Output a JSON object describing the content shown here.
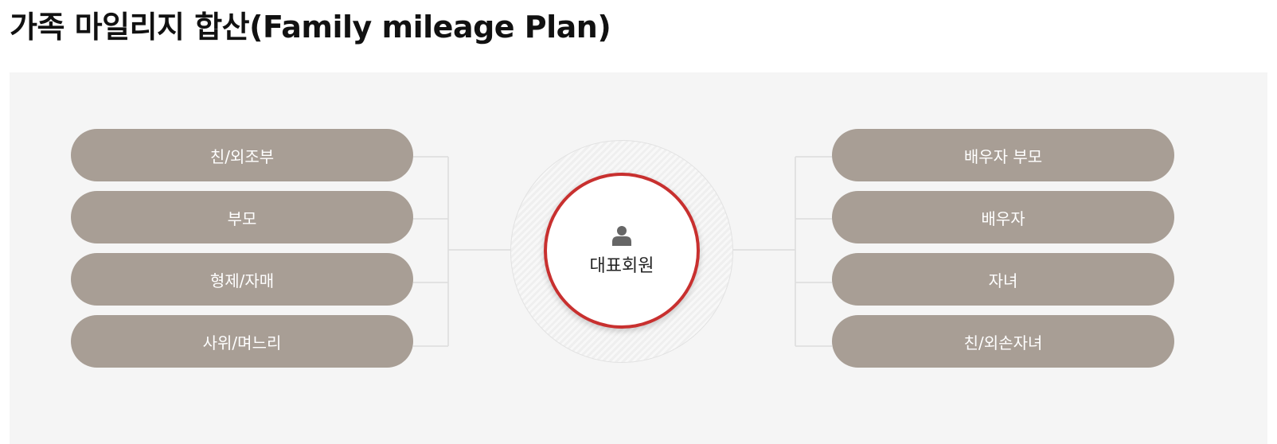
{
  "title": "가족 마일리지 합산(Family mileage Plan)",
  "center": {
    "label": "대표회원",
    "icon": "person-icon"
  },
  "left_items": [
    {
      "label": "친/외조부"
    },
    {
      "label": "부모"
    },
    {
      "label": "형제/자매"
    },
    {
      "label": "사위/며느리"
    }
  ],
  "right_items": [
    {
      "label": "배우자 부모"
    },
    {
      "label": "배우자"
    },
    {
      "label": "자녀"
    },
    {
      "label": "친/외손자녀"
    }
  ],
  "colors": {
    "pill": "#a89e95",
    "accent_ring": "#c8302f",
    "panel_bg": "#f5f5f5",
    "connector": "#dcdcdc"
  }
}
